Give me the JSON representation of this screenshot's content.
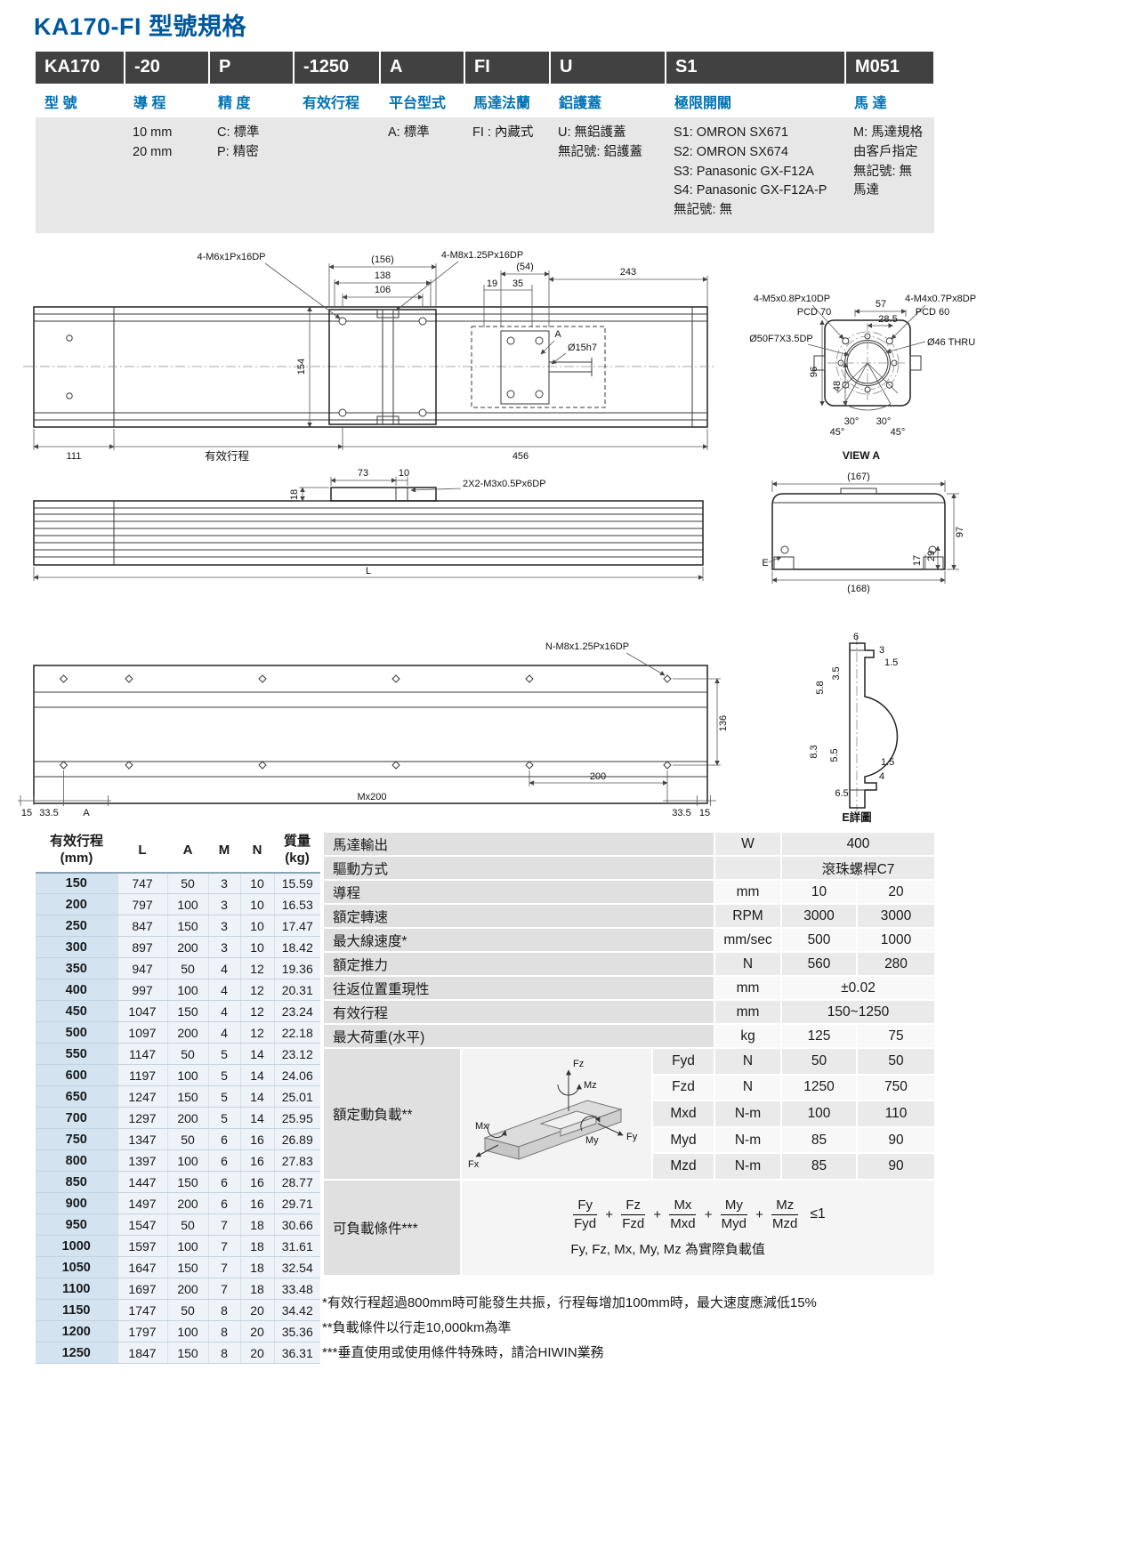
{
  "page": {
    "title": "KA170-FI 型號規格"
  },
  "model_table": {
    "codes": [
      "KA170",
      "-20",
      "P",
      "-1250",
      "A",
      "FI",
      "U",
      "S1",
      "M051"
    ],
    "labels": [
      "型 號",
      "導 程",
      "精 度",
      "有效行程",
      "平台型式",
      "馬達法蘭",
      "鋁護蓋",
      "極限開關",
      "馬 達"
    ],
    "options": [
      "",
      "10 mm\n20 mm",
      "C: 標準\nP: 精密",
      "",
      "A: 標準",
      "FI : 內藏式",
      "U: 無鋁護蓋\n無記號: 鋁護蓋",
      "S1: OMRON SX671\nS2: OMRON SX674\nS3: Panasonic GX-F12A\nS4: Panasonic GX-F12A-P\n無記號: 無",
      "M: 馬達規格\n由客戶指定\n無記號: 無\n馬達"
    ]
  },
  "drawings": {
    "top": {
      "dims": [
        "4-M6x1Px16DP",
        "(156)",
        "138",
        "106",
        "4-M8x1.25Px16DP",
        "(54)",
        "19",
        "35",
        "243",
        "154",
        "Ø15h7",
        "A",
        "111",
        "有效行程",
        "456"
      ]
    },
    "viewA": {
      "dims": [
        "4-M5x0.8Px10DP",
        "PCD 70",
        "57",
        "28.5",
        "4-M4x0.7Px8DP",
        "PCD 60",
        "Ø50F7X3.5DP",
        "Ø46 THRU",
        "96",
        "48",
        "30°",
        "30°",
        "45°",
        "45°",
        "VIEW A"
      ]
    },
    "side": {
      "dims": [
        "18",
        "73",
        "10",
        "2X2-M3x0.5Px6DP",
        "L"
      ]
    },
    "end": {
      "dims": [
        "(167)",
        "97",
        "29",
        "17",
        "E",
        "(168)"
      ]
    },
    "bottom": {
      "dims": [
        "N-M8x1.25Px16DP",
        "136",
        "200",
        "Mx200",
        "15",
        "33.5",
        "A",
        "33.5",
        "15"
      ]
    },
    "eDetail": {
      "dims": [
        "6",
        "3",
        "1.5",
        "3.5",
        "5.8",
        "8.3",
        "5.5",
        "1.5",
        "4",
        "6.5",
        "E詳圖"
      ]
    }
  },
  "dim_table": {
    "header": {
      "stroke": "有效行程",
      "stroke_unit": "(mm)",
      "L": "L",
      "A": "A",
      "M": "M",
      "N": "N",
      "mass": "質量",
      "mass_unit": "(kg)"
    },
    "rows": [
      [
        "150",
        "747",
        "50",
        "3",
        "10",
        "15.59"
      ],
      [
        "200",
        "797",
        "100",
        "3",
        "10",
        "16.53"
      ],
      [
        "250",
        "847",
        "150",
        "3",
        "10",
        "17.47"
      ],
      [
        "300",
        "897",
        "200",
        "3",
        "10",
        "18.42"
      ],
      [
        "350",
        "947",
        "50",
        "4",
        "12",
        "19.36"
      ],
      [
        "400",
        "997",
        "100",
        "4",
        "12",
        "20.31"
      ],
      [
        "450",
        "1047",
        "150",
        "4",
        "12",
        "23.24"
      ],
      [
        "500",
        "1097",
        "200",
        "4",
        "12",
        "22.18"
      ],
      [
        "550",
        "1147",
        "50",
        "5",
        "14",
        "23.12"
      ],
      [
        "600",
        "1197",
        "100",
        "5",
        "14",
        "24.06"
      ],
      [
        "650",
        "1247",
        "150",
        "5",
        "14",
        "25.01"
      ],
      [
        "700",
        "1297",
        "200",
        "5",
        "14",
        "25.95"
      ],
      [
        "750",
        "1347",
        "50",
        "6",
        "16",
        "26.89"
      ],
      [
        "800",
        "1397",
        "100",
        "6",
        "16",
        "27.83"
      ],
      [
        "850",
        "1447",
        "150",
        "6",
        "16",
        "28.77"
      ],
      [
        "900",
        "1497",
        "200",
        "6",
        "16",
        "29.71"
      ],
      [
        "950",
        "1547",
        "50",
        "7",
        "18",
        "30.66"
      ],
      [
        "1000",
        "1597",
        "100",
        "7",
        "18",
        "31.61"
      ],
      [
        "1050",
        "1647",
        "150",
        "7",
        "18",
        "32.54"
      ],
      [
        "1100",
        "1697",
        "200",
        "7",
        "18",
        "33.48"
      ],
      [
        "1150",
        "1747",
        "50",
        "8",
        "20",
        "34.42"
      ],
      [
        "1200",
        "1797",
        "100",
        "8",
        "20",
        "35.36"
      ],
      [
        "1250",
        "1847",
        "150",
        "8",
        "20",
        "36.31"
      ]
    ]
  },
  "spec_table": {
    "rows": [
      {
        "label": "馬達輸出",
        "unit": "W",
        "value": "400"
      },
      {
        "label": "驅動方式",
        "unit": "",
        "value": "滾珠螺桿C7"
      },
      {
        "label": "導程",
        "unit": "mm",
        "v1": "10",
        "v2": "20"
      },
      {
        "label": "額定轉速",
        "unit": "RPM",
        "v1": "3000",
        "v2": "3000"
      },
      {
        "label": "最大線速度*",
        "unit": "mm/sec",
        "v1": "500",
        "v2": "1000"
      },
      {
        "label": "額定推力",
        "unit": "N",
        "v1": "560",
        "v2": "280"
      },
      {
        "label": "往返位置重現性",
        "unit": "mm",
        "value": "±0.02"
      },
      {
        "label": "有效行程",
        "unit": "mm",
        "value": "150~1250"
      },
      {
        "label": "最大荷重(水平)",
        "unit": "kg",
        "v1": "125",
        "v2": "75"
      }
    ],
    "dynamic_load": {
      "label": "額定動負載**",
      "rows": [
        {
          "name": "Fyd",
          "unit": "N",
          "v1": "50",
          "v2": "50"
        },
        {
          "name": "Fzd",
          "unit": "N",
          "v1": "1250",
          "v2": "750"
        },
        {
          "name": "Mxd",
          "unit": "N-m",
          "v1": "100",
          "v2": "110"
        },
        {
          "name": "Myd",
          "unit": "N-m",
          "v1": "85",
          "v2": "90"
        },
        {
          "name": "Mzd",
          "unit": "N-m",
          "v1": "85",
          "v2": "90"
        }
      ],
      "diagram_labels": [
        "Fz",
        "Mz",
        "Mx",
        "My",
        "Fy",
        "Fx"
      ]
    },
    "load_condition": {
      "label": "可負載條件***",
      "terms": [
        {
          "n": "Fy",
          "d": "Fyd"
        },
        {
          "n": "Fz",
          "d": "Fzd"
        },
        {
          "n": "Mx",
          "d": "Mxd"
        },
        {
          "n": "My",
          "d": "Myd"
        },
        {
          "n": "Mz",
          "d": "Mzd"
        }
      ],
      "plus": "+",
      "leq": "≤1",
      "note": "Fy, Fz, Mx, My, Mz 為實際負載值"
    }
  },
  "footnotes": [
    "*有效行程超過800mm時可能發生共振，行程每增加100mm時，最大速度應減低15%",
    "**負載條件以行走10,000km為準",
    "***垂直使用或使用條件特殊時，請洽HIWIN業務"
  ]
}
